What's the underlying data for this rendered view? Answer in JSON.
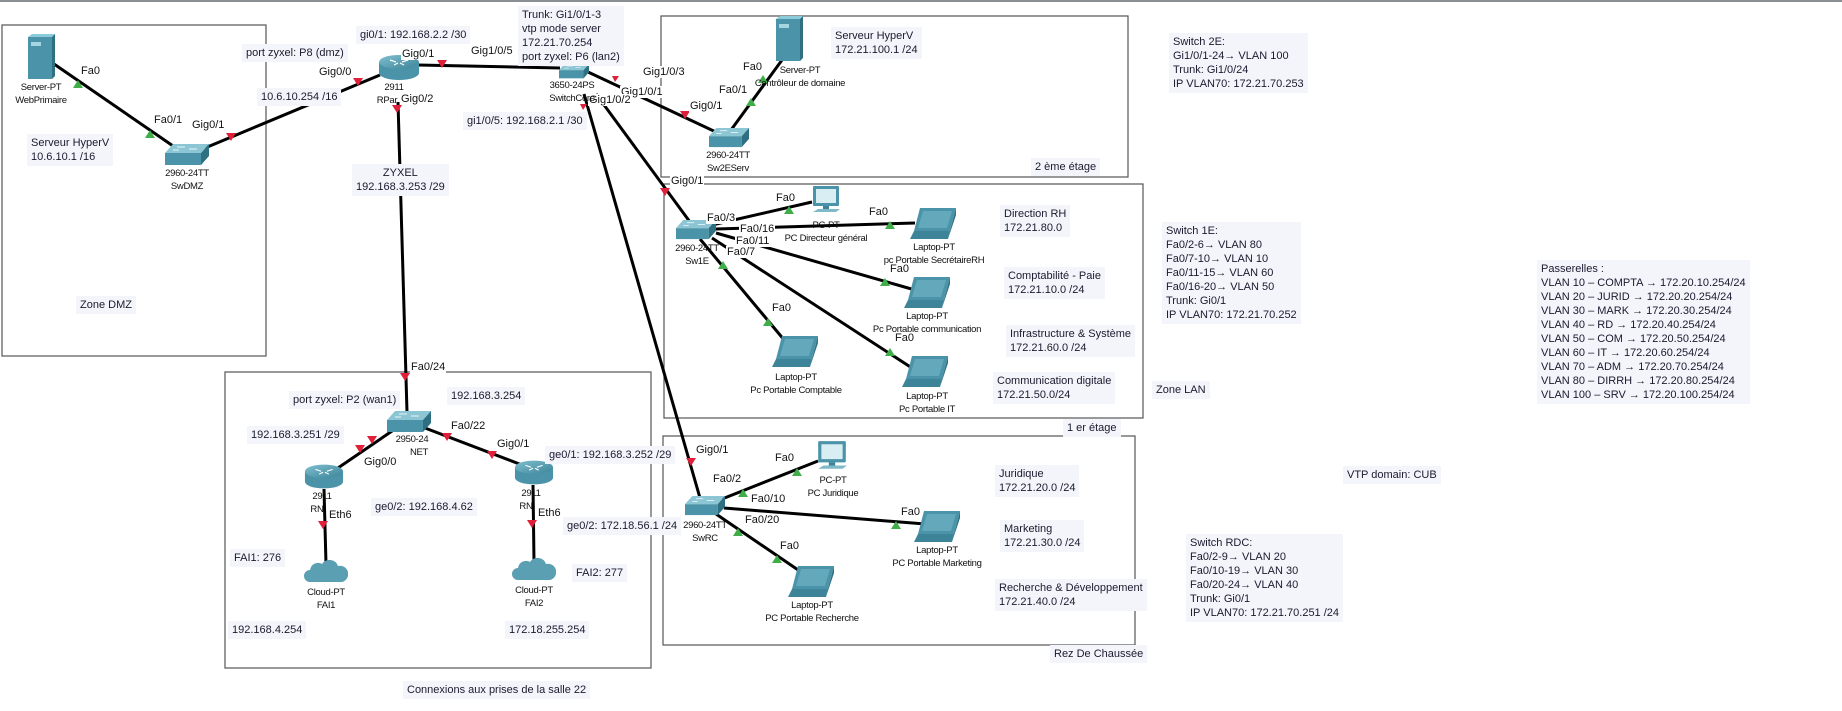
{
  "zones": {
    "dmz": "Zone DMZ",
    "lan": "Zone LAN",
    "floor2": "2 ème étage",
    "floor1": "1 er étage",
    "rdc": "Rez De Chaussée",
    "room": "Connexions aux prises de la salle 22"
  },
  "devices": {
    "web_server": {
      "model": "Server-PT",
      "name": "WebPrimaire"
    },
    "sw_dmz": {
      "model": "2960-24TT",
      "name": "SwDMZ"
    },
    "rpar": {
      "model": "2911",
      "name": "RPar"
    },
    "switch_core": {
      "model": "3650-24PS",
      "name": "SwitchCore"
    },
    "dc_server": {
      "model": "Server-PT",
      "name": "Contrôleur de domaine"
    },
    "sw_2e": {
      "model": "2960-24TT",
      "name": "Sw2EServ"
    },
    "sw_1e": {
      "model": "2960-24TT",
      "name": "Sw1E"
    },
    "pc_dg": {
      "model": "PC-PT",
      "name": "PC Directeur général"
    },
    "laptop_rh": {
      "model": "Laptop-PT",
      "name": "pc Portable SecrétaireRH"
    },
    "laptop_comm": {
      "model": "Laptop-PT",
      "name": "Pc Portable communication"
    },
    "laptop_compta": {
      "model": "Laptop-PT",
      "name": "Pc Portable Comptable"
    },
    "laptop_it": {
      "model": "Laptop-PT",
      "name": "Pc Portable IT"
    },
    "sw_rc": {
      "model": "2960-24TT",
      "name": "SwRC"
    },
    "pc_jur": {
      "model": "PC-PT",
      "name": "PC Juridique"
    },
    "laptop_mkt": {
      "model": "Laptop-PT",
      "name": "PC Portable Marketing"
    },
    "laptop_rd": {
      "model": "Laptop-PT",
      "name": "PC Portable Recherche"
    },
    "sw_net": {
      "model": "2950-24",
      "name": "NET"
    },
    "rn1": {
      "model": "2911",
      "name": "RN"
    },
    "rn2": {
      "model": "2911",
      "name": "RN"
    },
    "fai1": {
      "model": "Cloud-PT",
      "name": "FAI1"
    },
    "fai2": {
      "model": "Cloud-PT",
      "name": "FAI2"
    }
  },
  "ports": [
    "Fa0",
    "Fa0/1",
    "Gig0/1",
    "Gig0/0",
    "Gig0/1",
    "Gig0/2",
    "Gig1/0/5",
    "Gig1/0/3",
    "Gig1/0/2",
    "Gig1/0/1",
    "Fa0",
    "Fa0/1",
    "Gig0/1",
    "Gig0/1",
    "Fa0",
    "Fa0/3",
    "Fa0",
    "Fa0/16",
    "Fa0/11",
    "Fa0/7",
    "Fa0",
    "Fa0",
    "Fa0",
    "Fa0/24",
    "Fa0/22",
    "Gig0/1",
    "Gig0/0",
    "Eth6",
    "Eth6",
    "Gig0/1",
    "Fa0",
    "Fa0/2",
    "Fa0/10",
    "Fa0",
    "Fa0/20",
    "Fa0"
  ],
  "notes": {
    "dmz_server": [
      "Serveur HyperV",
      "10.6.10.1 /16"
    ],
    "zyxel_p8": "port zyxel: P8 (dmz)",
    "rpar_gi01": "gi0/1: 192.168.2.2 /30",
    "rpar_gig00_ip": "10.6.10.254 /16",
    "zyxel": [
      "ZYXEL",
      "192.168.3.253 /29"
    ],
    "core_info": [
      "Trunk: Gi1/0/1-3",
      "vtp mode server",
      "172.21.70.254",
      "port zyxel: P6 (lan2)"
    ],
    "core_gi105": "gi1/0/5: 192.168.2.1 /30",
    "srv_hyperv": [
      "Serveur HyperV",
      "172.21.100.1 /24"
    ],
    "switch2e": [
      "Switch 2E:",
      "Gi1/0/1-24→ VLAN 100",
      "Trunk: Gi1/0/24",
      "IP VLAN70: 172.21.70.253"
    ],
    "switch1e": [
      "Switch 1E:",
      "Fa0/2-6→ VLAN 80",
      "Fa0/7-10→ VLAN 10",
      "Fa0/11-15→ VLAN 60",
      "Fa0/16-20→ VLAN 50",
      "Trunk: Gi0/1",
      "IP VLAN70: 172.21.70.252"
    ],
    "dir_rh": [
      "Direction RH",
      "172.21.80.0"
    ],
    "compta": [
      "Comptabilité - Paie",
      "172.21.10.0 /24"
    ],
    "infra": [
      "Infrastructure & Système",
      "172.21.60.0 /24"
    ],
    "comm": [
      "Communication digitale",
      "172.21.50.0/24"
    ],
    "passerelles": [
      "Passerelles :",
      "VLAN 10 – COMPTA → 172.20.10.254/24",
      "VLAN 20 – JURID → 172.20.20.254/24",
      "VLAN 30 – MARK → 172.20.30.254/24",
      "VLAN 40 – RD → 172.20.40.254/24",
      "VLAN 50 – COM → 172.20.50.254/24",
      "VLAN 60 – IT → 172.20.60.254/24",
      "VLAN 70 – ADM → 172.20.70.254/24",
      "VLAN 80 – DIRRH → 172.20.80.254/24",
      "VLAN 100 – SRV → 172.20.100.254/24"
    ],
    "vtp": "VTP domain: CUB",
    "juridique": [
      "Juridique",
      "172.21.20.0 /24"
    ],
    "marketing": [
      "Marketing",
      "172.21.30.0 /24"
    ],
    "rd": [
      "Recherche & Développement",
      "172.21.40.0 /24"
    ],
    "switch_rdc": [
      "Switch RDC:",
      "Fa0/2-9→ VLAN 20",
      "Fa0/10-19→ VLAN 30",
      "Fa0/20-24→ VLAN 40",
      "Trunk: Gi0/1",
      "IP VLAN70: 172.21.70.251 /24"
    ],
    "wan1": "port zyxel: P2 (wan1)",
    "net_ip": "192.168.3.254",
    "rn1_ip": "192.168.3.251 /29",
    "rn1_ge02": "ge0/2: 192.168.4.62",
    "rn2_ge01": "ge0/1: 192.168.3.252 /29",
    "rn2_ge02": "ge0/2: 172.18.56.1 /24",
    "fai1_as": "FAI1: 276",
    "fai2_as": "FAI2: 277",
    "fai1_ip": "192.168.4.254",
    "fai2_ip": "172.18.255.254"
  },
  "colors": {
    "link_up": "#3fae49",
    "link_down": "#e0203a",
    "device": "#4a93a8",
    "note_bg": "#f4f5fb"
  }
}
